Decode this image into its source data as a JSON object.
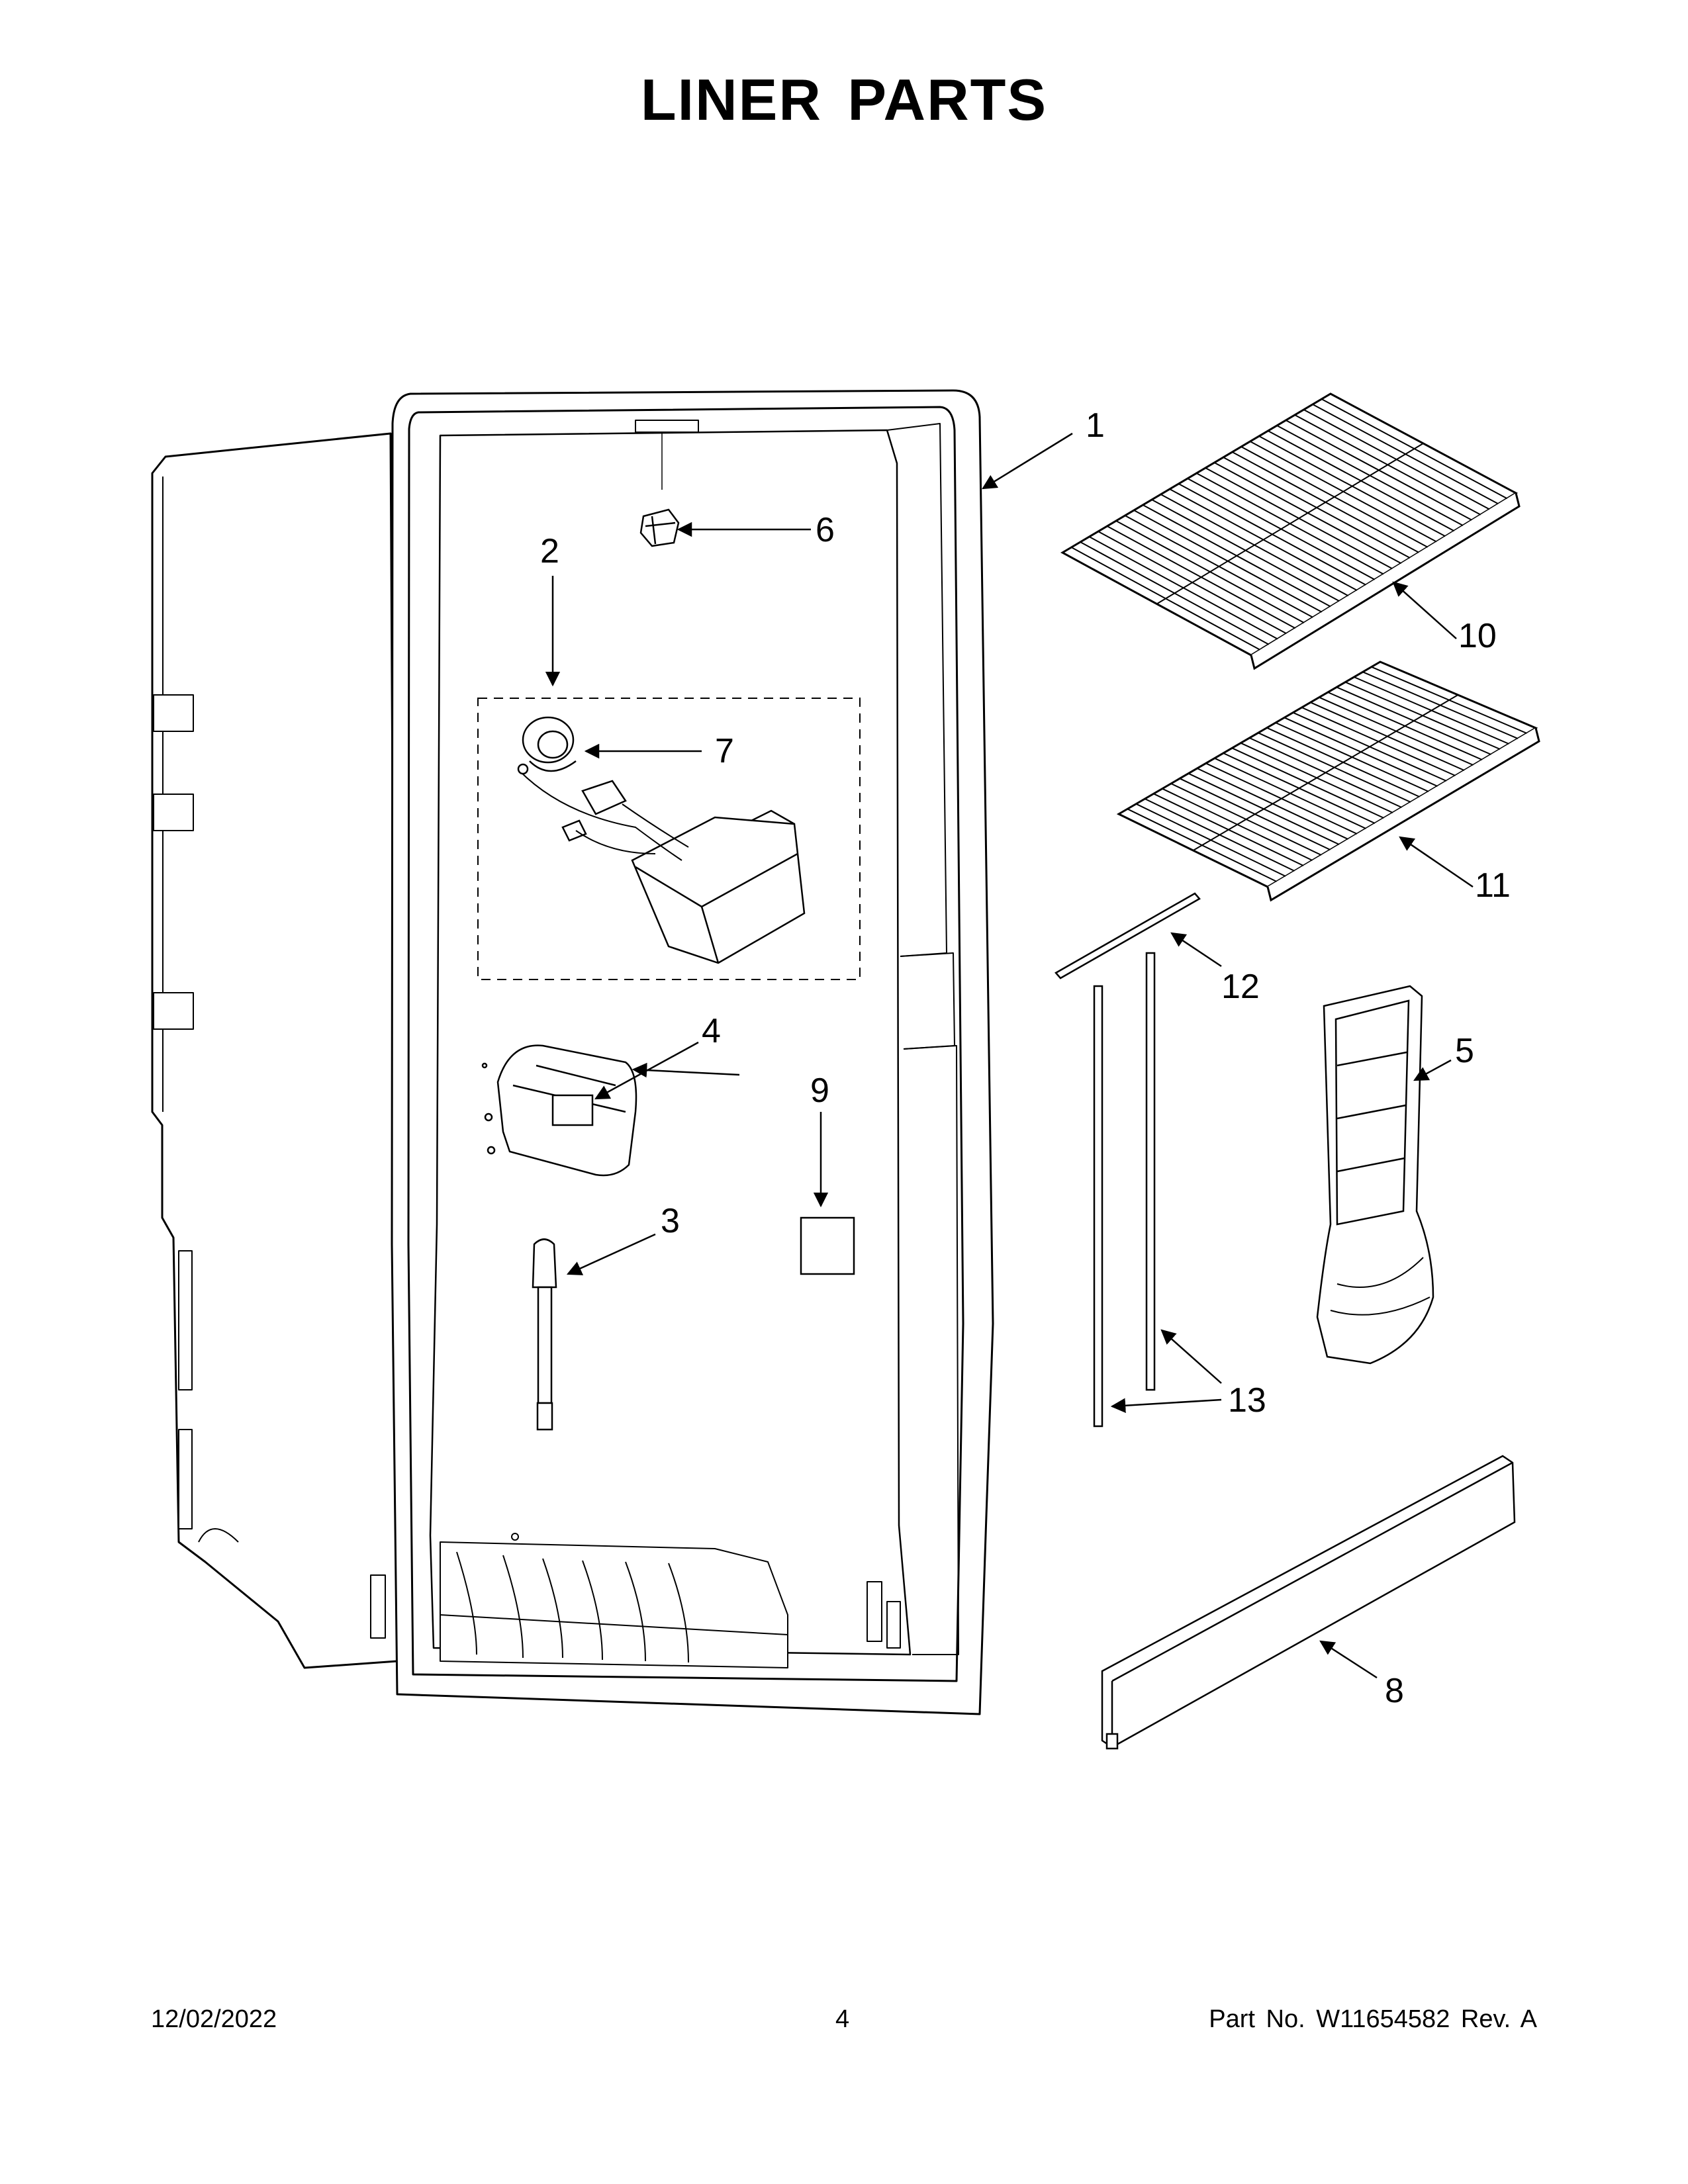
{
  "title": "LINER PARTS",
  "callouts": {
    "c1": "1",
    "c2": "2",
    "c3": "3",
    "c4": "4",
    "c5": "5",
    "c6": "6",
    "c7": "7",
    "c8": "8",
    "c9": "9",
    "c10": "10",
    "c11": "11",
    "c12": "12",
    "c13": "13"
  },
  "footer": {
    "date": "12/02/2022",
    "page": "4",
    "part_no": "Part No.  W11654582  Rev.  A"
  }
}
